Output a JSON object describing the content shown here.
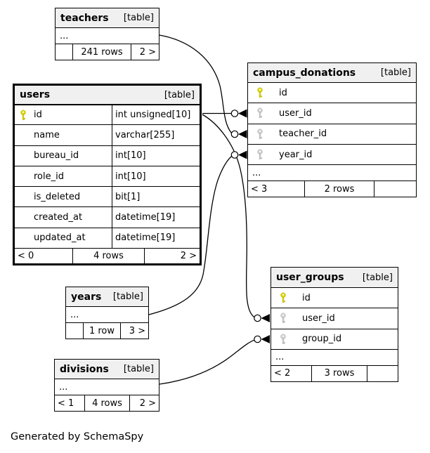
{
  "tables": {
    "teachers": {
      "name": "teachers",
      "tag": "[table]",
      "more": "...",
      "footer": {
        "left": "",
        "center": "241 rows",
        "right": "2 >"
      }
    },
    "users": {
      "name": "users",
      "tag": "[table]",
      "columns": [
        {
          "name": "id",
          "type": "int unsigned[10]",
          "key": "primary"
        },
        {
          "name": "name",
          "type": "varchar[255]",
          "key": ""
        },
        {
          "name": "bureau_id",
          "type": "int[10]",
          "key": ""
        },
        {
          "name": "role_id",
          "type": "int[10]",
          "key": ""
        },
        {
          "name": "is_deleted",
          "type": "bit[1]",
          "key": ""
        },
        {
          "name": "created_at",
          "type": "datetime[19]",
          "key": ""
        },
        {
          "name": "updated_at",
          "type": "datetime[19]",
          "key": ""
        }
      ],
      "footer": {
        "left": "< 0",
        "center": "4 rows",
        "right": "2 >"
      }
    },
    "campus_donations": {
      "name": "campus_donations",
      "tag": "[table]",
      "more": "...",
      "columns": [
        {
          "name": "id",
          "key": "primary"
        },
        {
          "name": "user_id",
          "key": "foreign"
        },
        {
          "name": "teacher_id",
          "key": "foreign"
        },
        {
          "name": "year_id",
          "key": "foreign"
        }
      ],
      "footer": {
        "left": "< 3",
        "center": "2 rows",
        "right": ""
      }
    },
    "user_groups": {
      "name": "user_groups",
      "tag": "[table]",
      "more": "...",
      "columns": [
        {
          "name": "id",
          "key": "primary"
        },
        {
          "name": "user_id",
          "key": "foreign"
        },
        {
          "name": "group_id",
          "key": "foreign"
        }
      ],
      "footer": {
        "left": "< 2",
        "center": "3 rows",
        "right": ""
      }
    },
    "years": {
      "name": "years",
      "tag": "[table]",
      "more": "...",
      "footer": {
        "left": "",
        "center": "1 row",
        "right": "3 >"
      }
    },
    "divisions": {
      "name": "divisions",
      "tag": "[table]",
      "more": "...",
      "footer": {
        "left": "< 1",
        "center": "4 rows",
        "right": "2 >"
      }
    }
  },
  "relationships": [
    {
      "from": "users.id",
      "to": "campus_donations.user_id"
    },
    {
      "from": "teachers",
      "to": "campus_donations.teacher_id"
    },
    {
      "from": "years",
      "to": "campus_donations.year_id"
    },
    {
      "from": "users.id",
      "to": "user_groups.user_id"
    },
    {
      "from": "divisions",
      "to": "user_groups.group_id"
    }
  ],
  "colors": {
    "primary_key": "#d9d400",
    "foreign_key": "#cfcfcf",
    "header_background": "#f0f0f0",
    "edge": "#000000"
  },
  "credit": "Generated by SchemaSpy"
}
